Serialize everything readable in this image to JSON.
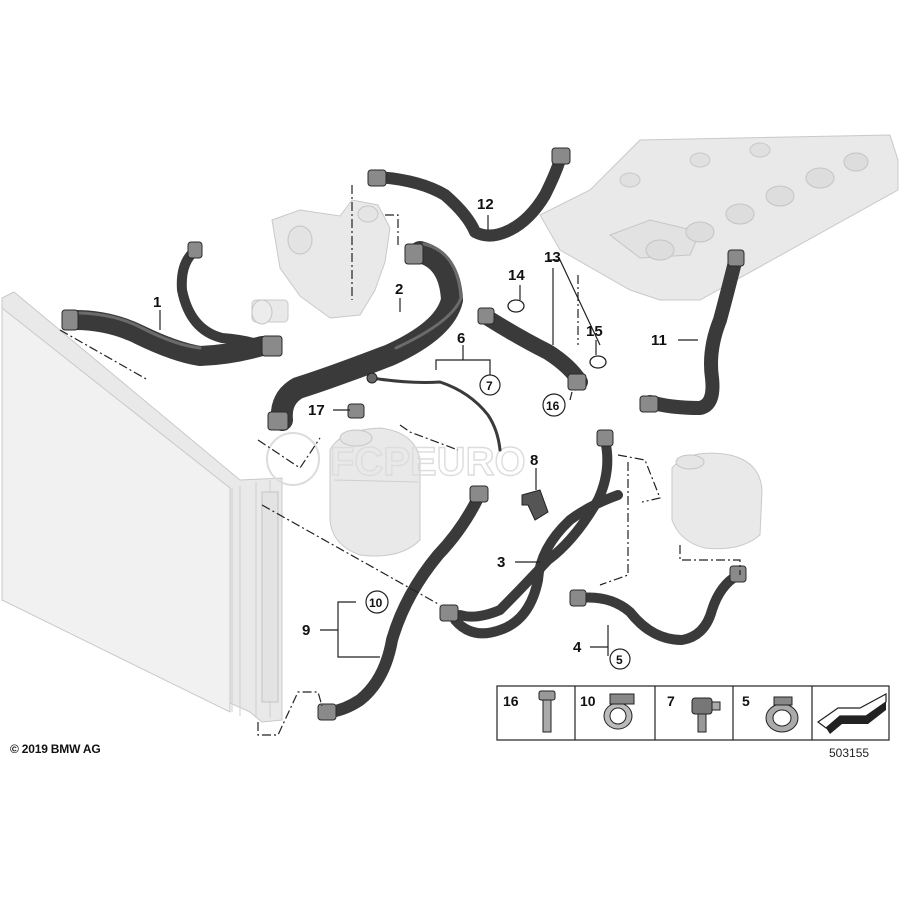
{
  "copyright": "© 2019 BMW AG",
  "diagram_number": "503155",
  "watermark": "FCPEURO",
  "callouts": {
    "c1": "1",
    "c2": "2",
    "c3": "3",
    "c4": "4",
    "c6": "6",
    "c8": "8",
    "c9": "9",
    "c11": "11",
    "c12": "12",
    "c13": "13",
    "c14": "14",
    "c15": "15",
    "c17": "17"
  },
  "circled_callouts": {
    "c7": "7",
    "c16": "16",
    "c10": "10",
    "c5": "5"
  },
  "legend": {
    "items": [
      "16",
      "10",
      "7",
      "5"
    ]
  }
}
